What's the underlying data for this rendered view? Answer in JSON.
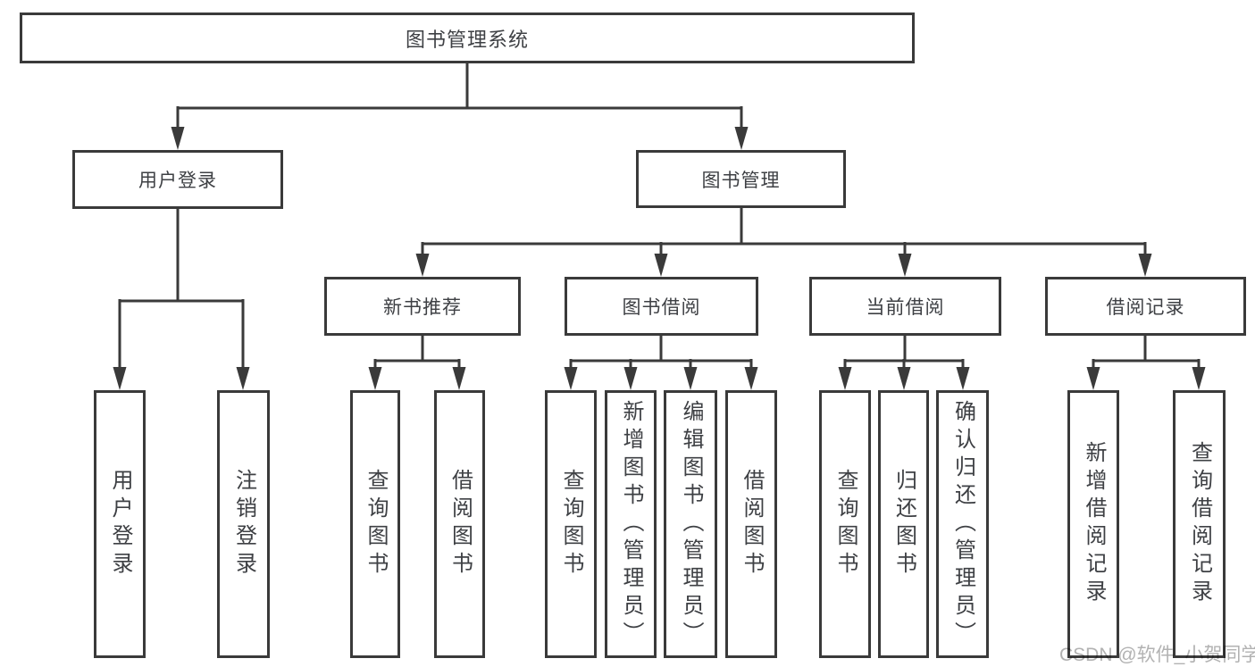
{
  "watermark": {
    "text": "CSDN @软件_小贺同学"
  },
  "colors": {
    "line": "#3a3a3a",
    "border": "#3a3a3a",
    "text": "#3e4044",
    "background": "#ffffff",
    "watermark": "#b2b2b2"
  },
  "tree": {
    "root": {
      "label": "图书管理系统"
    },
    "children": [
      {
        "label": "用户登录",
        "children": [
          {
            "label": "用户登录"
          },
          {
            "label": "注销登录"
          }
        ]
      },
      {
        "label": "图书管理",
        "children": [
          {
            "label": "新书推荐",
            "children": [
              {
                "label": "查询图书"
              },
              {
                "label": "借阅图书"
              }
            ]
          },
          {
            "label": "图书借阅",
            "children": [
              {
                "label": "查询图书"
              },
              {
                "label": "新增图书（管理员）"
              },
              {
                "label": "编辑图书（管理员）"
              },
              {
                "label": "借阅图书"
              }
            ]
          },
          {
            "label": "当前借阅",
            "children": [
              {
                "label": "查询图书"
              },
              {
                "label": "归还图书"
              },
              {
                "label": "确认归还（管理员）"
              }
            ]
          },
          {
            "label": "借阅记录",
            "children": [
              {
                "label": "新增借阅记录"
              },
              {
                "label": "查询借阅记录"
              }
            ]
          }
        ]
      }
    ]
  }
}
